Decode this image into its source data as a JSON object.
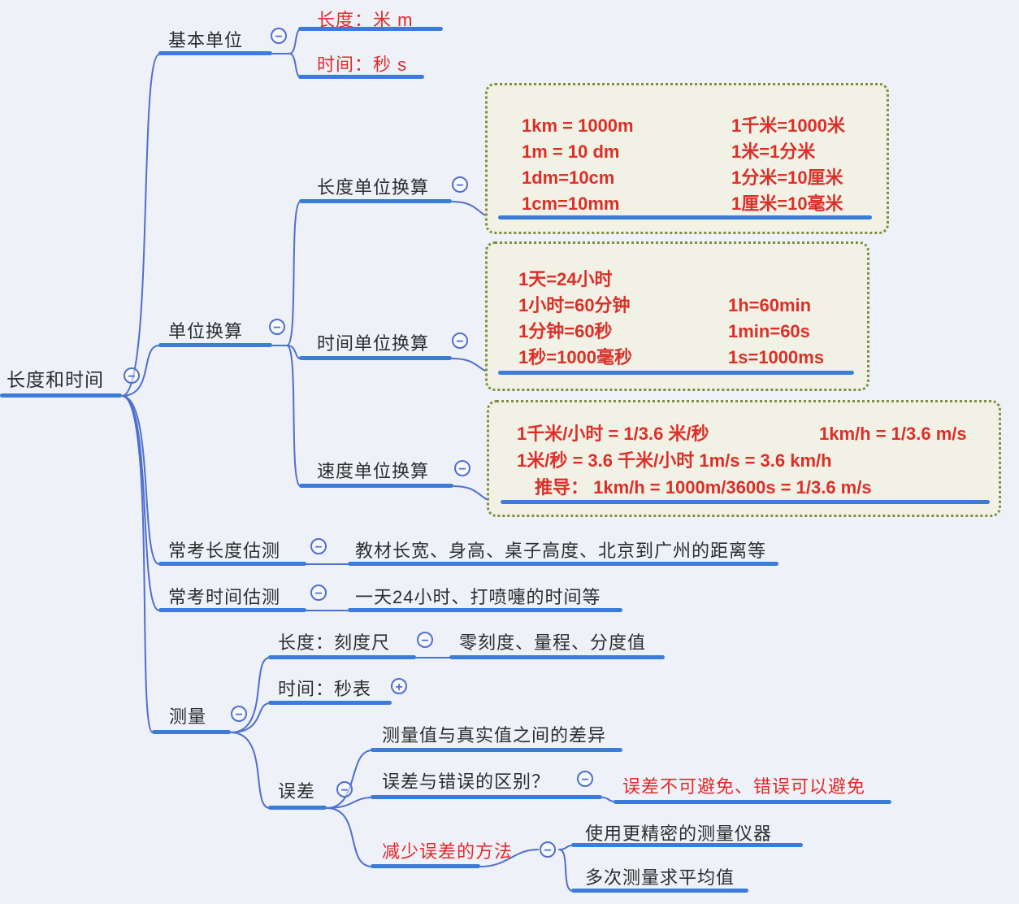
{
  "root": {
    "label": "长度和时间"
  },
  "icons": {
    "collapse": "−",
    "expand": "+"
  },
  "colors": {
    "background": "#eef1f8",
    "line_blue": "#3b7cd8",
    "connector_blue": "#4f6fd0",
    "text": "#2d2d2d",
    "red": "#e02b28",
    "box_background": "#f1f1e5",
    "box_border": "#7e8e41"
  },
  "branches": {
    "basic_units": {
      "label": "基本单位",
      "length": {
        "label": "长度：米  m"
      },
      "time": {
        "label": "时间：秒 s"
      }
    },
    "unit_conversion": {
      "label": "单位换算",
      "length": {
        "label": "长度单位换算",
        "box": {
          "rows": [
            {
              "en": "1km = 1000m",
              "cn": "1千米=1000米"
            },
            {
              "en": "1m = 10 dm",
              "cn": "1米=1分米"
            },
            {
              "en": "1dm=10cm",
              "cn": "1分米=10厘米"
            },
            {
              "en": "1cm=10mm",
              "cn": "1厘米=10毫米"
            }
          ]
        }
      },
      "time": {
        "label": "时间单位换算",
        "box": {
          "rows": [
            {
              "cn": "1天=24小时",
              "en": ""
            },
            {
              "cn": "1小时=60分钟",
              "en": "1h=60min"
            },
            {
              "cn": "1分钟=60秒",
              "en": "1min=60s"
            },
            {
              "cn": "1秒=1000毫秒",
              "en": "1s=1000ms"
            }
          ]
        }
      },
      "speed": {
        "label": "速度单位换算",
        "box": {
          "lines": [
            {
              "left": "1千米/小时 = 1/3.6 米/秒",
              "right": "1km/h = 1/3.6 m/s"
            },
            {
              "left": "1米/秒 = 3.6 千米/小时 1m/s = 3.6 km/h",
              "right": ""
            },
            {
              "left": "推导： 1km/h = 1000m/3600s = 1/3.6 m/s",
              "right": ""
            }
          ]
        }
      }
    },
    "length_estimation": {
      "label": "常考长度估测",
      "detail": "教材长宽、身高、桌子高度、北京到广州的距离等"
    },
    "time_estimation": {
      "label": "常考时间估测",
      "detail": "一天24小时、打喷嚏的时间等"
    },
    "measurement": {
      "label": "测量",
      "length_tool": {
        "label": "长度：刻度尺",
        "detail": "零刻度、量程、分度值"
      },
      "time_tool": {
        "label": "时间：秒表"
      },
      "error": {
        "label": "误差",
        "definition": "测量值与真实值之间的差异",
        "difference": {
          "label": "误差与错误的区别？",
          "detail": "误差不可避免、错误可以避免"
        },
        "reduce": {
          "label": "减少误差的方法",
          "methods": [
            "使用更精密的测量仪器",
            "多次测量求平均值"
          ]
        }
      }
    }
  }
}
